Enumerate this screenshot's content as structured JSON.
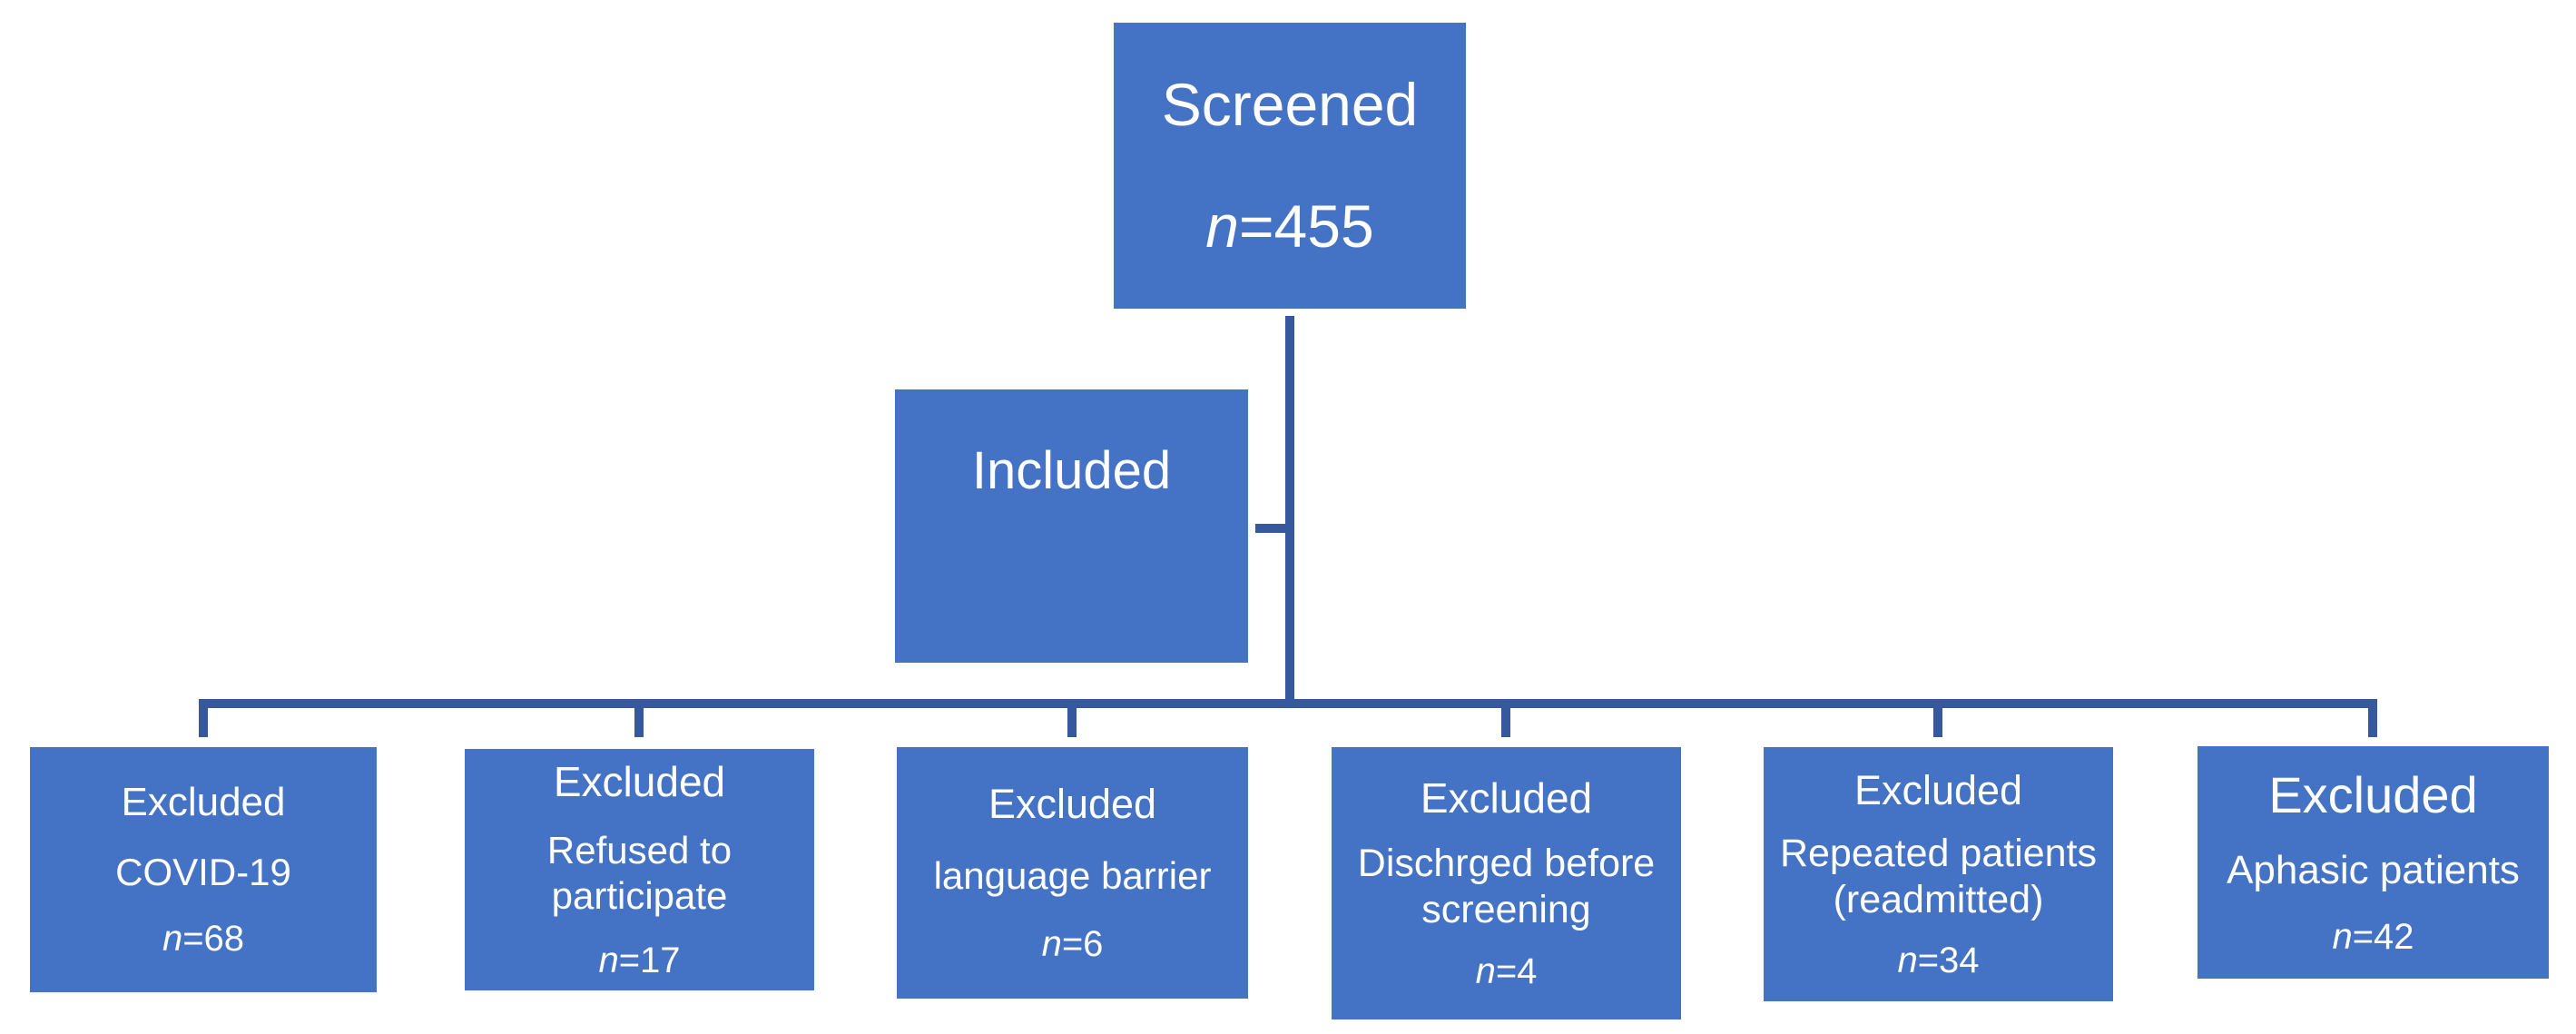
{
  "colors": {
    "box_fill": "#4472C4",
    "connector": "#35589E",
    "text": "#FFFFFF"
  },
  "screened": {
    "title": "Screened",
    "n_italic": "n",
    "n_value": "=455"
  },
  "included": {
    "title": "Included"
  },
  "excluded": [
    {
      "title": "Excluded",
      "reason": "COVID-19",
      "n_italic": "n",
      "n_value": "=68"
    },
    {
      "title": "Excluded",
      "reason": "Refused to participate",
      "n_italic": "n",
      "n_value": "=17"
    },
    {
      "title": "Excluded",
      "reason": "language barrier",
      "n_italic": "n",
      "n_value": "=6"
    },
    {
      "title": "Excluded",
      "reason": "Dischrged before screening",
      "n_italic": "n",
      "n_value": "=4"
    },
    {
      "title": "Excluded",
      "reason": "Repeated patients (readmitted)",
      "n_italic": "n",
      "n_value": "=34"
    },
    {
      "title": "Excluded",
      "reason": "Aphasic patients",
      "n_italic": "n",
      "n_value": "=42"
    }
  ]
}
